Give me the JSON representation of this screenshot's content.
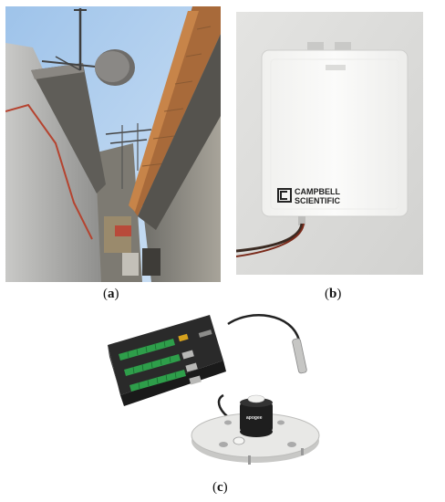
{
  "figure": {
    "panels": [
      {
        "id": "a",
        "caption_open": "(",
        "caption_letter": "a",
        "caption_close": ")"
      },
      {
        "id": "b",
        "caption_open": "(",
        "caption_letter": "b",
        "caption_close": ")"
      },
      {
        "id": "c",
        "caption_open": "(",
        "caption_letter": "c",
        "caption_close": ")"
      }
    ]
  },
  "panel_b": {
    "logo_line1": "CAMPBELL",
    "logo_line2": "SCIENTIFIC"
  },
  "panel_c": {
    "sensor_brand": "apogee"
  }
}
